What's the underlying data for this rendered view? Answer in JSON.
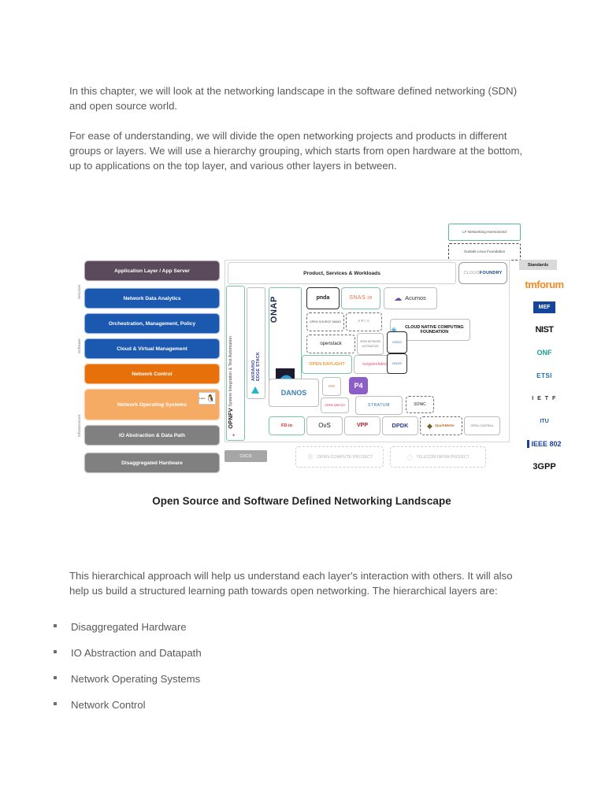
{
  "document": {
    "paragraphs": {
      "p1": "In this chapter, we will look at the networking landscape in the software defined networking (SDN) and open source world.",
      "p2": "For ease of understanding, we will divide the open networking projects and products in different groups or layers. We will use a hierarchy grouping, which starts from open hardware at the bottom, up to applications on the top layer, and various other layers in between.",
      "p3": "This hierarchical approach will help us understand each layer's interaction with others. It will also help us build a structured learning path towards open networking. The hierarchical layers are:"
    },
    "figure_caption": "Open Source and Software Defined Networking Landscape",
    "bullets": [
      "Disaggregated Hardware",
      "IO Abstraction and Datapath",
      "Network Operating Systems",
      "Network Control"
    ]
  },
  "figure": {
    "legend": {
      "harmonized": "LF Networking Harmonized",
      "outside": "Outside Linux Foundation"
    },
    "group_labels": {
      "services": "Services",
      "software": "Software",
      "infrastructure": "Infrastructure"
    },
    "layers": [
      {
        "label": "Application Layer / App Server",
        "color": "#5a4a5c"
      },
      {
        "label": "Network Data Analytics",
        "color": "#1b58b0"
      },
      {
        "label": "Orchestration, Management, Policy",
        "color": "#1b58b0"
      },
      {
        "label": "Cloud & Virtual Management",
        "color": "#1b58b0"
      },
      {
        "label": "Network Control",
        "color": "#e8700a"
      },
      {
        "label": "Network Operating Systems",
        "color": "#f5ab63"
      },
      {
        "label": "IO Abstraction & Data Path",
        "color": "#808080"
      },
      {
        "label": "Disaggregated Hardware",
        "color": "#808080"
      }
    ],
    "linux_badge": {
      "word": "Linux",
      "icon": "linux-penguin-icon"
    },
    "top_bar": "Product, Services & Workloads",
    "cloud_foundry": {
      "part1": "CLOUD",
      "part2": "FOUNDRY"
    },
    "opnfv": {
      "name": "OPNFV",
      "tagline": "System Integration & Test Automation"
    },
    "akraino": {
      "line1": "AKRAINO",
      "line2": "EDGE STACK"
    },
    "onap": "ONAP",
    "projects": [
      {
        "id": "pnda",
        "label": "pnda"
      },
      {
        "id": "snas",
        "label": "SNAS.io"
      },
      {
        "id": "acumos",
        "label": "Acumos"
      },
      {
        "id": "cncf",
        "label": "CLOUD NATIVE COMPUTING FOUNDATION"
      },
      {
        "id": "osm",
        "label": "OPEN SOURCE MANO"
      },
      {
        "id": "aria",
        "label": "ARIA"
      },
      {
        "id": "openstack",
        "label": "openstack"
      },
      {
        "id": "onap-ccsdk",
        "label": "OPEN NETWORK AUTOMATION"
      },
      {
        "id": "osdg",
        "label": "OSDG"
      },
      {
        "id": "opendaylight",
        "label": "OPEN DAYLIGHT"
      },
      {
        "id": "tungsten",
        "label": "tungstenfabric"
      },
      {
        "id": "onos",
        "label": "ONOS"
      },
      {
        "id": "danos",
        "label": "DANOS"
      },
      {
        "id": "frr",
        "label": "FRR"
      },
      {
        "id": "p4",
        "label": "P4"
      },
      {
        "id": "openswitch",
        "label": "OPEN SWITCH"
      },
      {
        "id": "stratum",
        "label": "STRATUM"
      },
      {
        "id": "sonic",
        "label": "SONiC"
      },
      {
        "id": "fdio",
        "label": "FD.io"
      },
      {
        "id": "ovs",
        "label": "OvS"
      },
      {
        "id": "vpp",
        "label": "VPP"
      },
      {
        "id": "dpdk",
        "label": "DPDK"
      },
      {
        "id": "sparkmeter",
        "label": "SparkMeter"
      },
      {
        "id": "opencontrail",
        "label": "OPEN CONTRAIL"
      }
    ],
    "bottom_row": {
      "cicd": "CI/CD",
      "ocp": "OPEN COMPUTE PROJECT",
      "tip": "TELECOM INFRA PROJECT"
    },
    "standards": {
      "header": "Standards",
      "items": [
        {
          "id": "tmforum",
          "label": "tmforum"
        },
        {
          "id": "mef",
          "label": "MEF"
        },
        {
          "id": "nist",
          "label": "NIST"
        },
        {
          "id": "onf",
          "label": "ONF"
        },
        {
          "id": "etsi",
          "label": "ETSI"
        },
        {
          "id": "ietf",
          "label": "I E T F"
        },
        {
          "id": "itu",
          "label": "ITU"
        },
        {
          "id": "ieee802",
          "label": "IEEE 802"
        },
        {
          "id": "3gpp",
          "label": "3GPP"
        }
      ]
    }
  }
}
